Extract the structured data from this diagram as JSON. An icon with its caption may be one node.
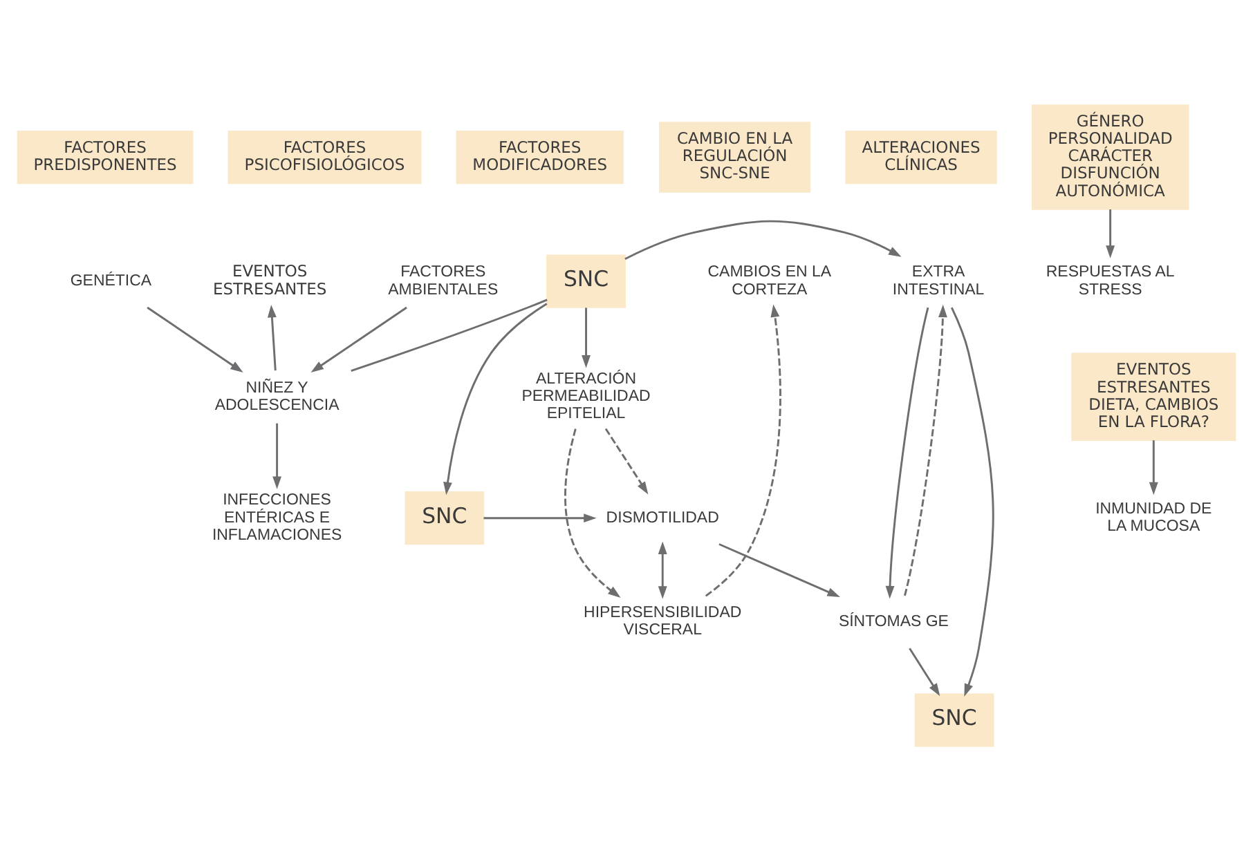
{
  "diagram": {
    "nodes": [
      {
        "text": [
          "FACTORES PREDISPONENTES"
        ]
      },
      {
        "text": [
          "FACTORES PSICOFISIOLÓGICOS"
        ]
      },
      {
        "text": [
          "FACTORES MODIFICADORES"
        ]
      },
      {
        "text": [
          "CAMBIO EN LA REGULACIÓN SNC-SNE"
        ]
      },
      {
        "text": [
          "ALTERACIONES CLÍNICAS"
        ]
      },
      {
        "text": [
          "GENÉTICA"
        ]
      },
      {
        "text": [
          "NIÑEZ Y ADOLESCENCIA"
        ]
      },
      {
        "text": [
          "FACTORES AMBIENTALES"
        ]
      },
      {
        "text": [
          "EVENTOS ESTRESANTES"
        ]
      },
      {
        "text": [
          "INFECCIONES ENTÉRICAS E INFLAMACIONES"
        ]
      },
      {
        "text": [
          "RESPUESTAS AL STRESS"
        ]
      },
      {
        "text": [
          "SNC"
        ]
      },
      {
        "text": [
          "GÉNERO PERSONALIDAD CARÁCTER DISFUNCIÓN AUTONÓMICA"
        ]
      },
      {
        "text": [
          "EVENTOS ESTRESANTES DIETA, CAMBIOS EN LA FLORA?"
        ]
      },
      {
        "text": [
          "INMUNIDAD DE LA MUCOSA"
        ]
      },
      {
        "text": [
          "SNC"
        ]
      },
      {
        "text": [
          "CAMBIOS EN LA CORTEZA"
        ]
      },
      {
        "text": [
          "HIPERSENSIBILIDAD VISCERAL"
        ]
      },
      {
        "text": [
          "ALTERACIÓN PERMEABILIDAD EPITELIAL"
        ]
      },
      {
        "text": [
          "DISMOTILIDAD"
        ]
      },
      {
        "text": [
          "EXTRA INTESTINAL"
        ]
      },
      {
        "text": [
          "SNC"
        ]
      },
      {
        "text": [
          "SÍNTOMAS GE"
        ]
      }
    ],
    "edges": [
      {
        "from": 5,
        "to": 6,
        "arrow": "to"
      },
      {
        "from": 7,
        "to": 6,
        "arrow": "to"
      },
      {
        "from": 6,
        "to": 8,
        "arrow": "to"
      },
      {
        "from": 6,
        "to": 9,
        "arrow": "to"
      },
      {
        "from": 6,
        "to": 11,
        "arrow": "none"
      },
      {
        "from": 12,
        "to": 10,
        "arrow": "to"
      },
      {
        "from": 13,
        "to": 14,
        "arrow": "to"
      },
      {
        "from": 11,
        "to": 15,
        "arrow": "to"
      },
      {
        "from": 11,
        "to": 18,
        "arrow": "to"
      },
      {
        "from": 11,
        "to": 20,
        "arrow": "to"
      },
      {
        "from": 17,
        "to": 16,
        "arrow": "to",
        "style": "dashed"
      },
      {
        "from": 18,
        "to": 17,
        "arrow": "to",
        "style": "dashed"
      },
      {
        "from": 18,
        "to": 19,
        "arrow": "to",
        "style": "dashed"
      },
      {
        "from": 15,
        "to": 19,
        "arrow": "to"
      },
      {
        "from": 19,
        "to": 17,
        "arrow": "both"
      },
      {
        "from": 19,
        "to": 22,
        "arrow": "to"
      },
      {
        "from": 20,
        "to": 22,
        "arrow": "to"
      },
      {
        "from": 22,
        "to": 20,
        "arrow": "to",
        "style": "dashed"
      },
      {
        "from": 20,
        "to": 21,
        "arrow": "to"
      },
      {
        "from": 22,
        "to": 21,
        "arrow": "to"
      }
    ]
  }
}
